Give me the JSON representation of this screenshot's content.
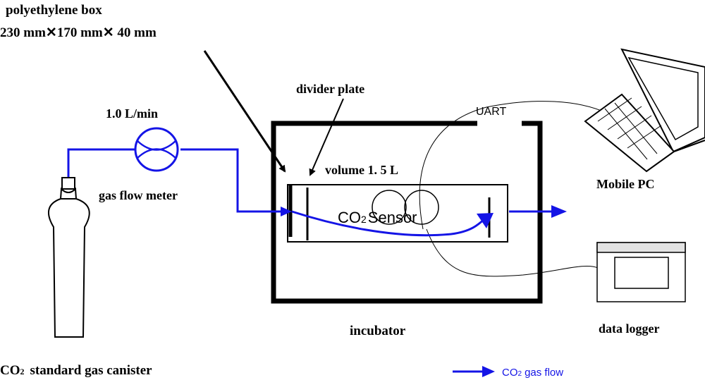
{
  "labels": {
    "polyethylene_box": "polyethylene box",
    "box_dimensions": "230 mm✕170 mm✕ 40 mm",
    "divider_plate": "divider plate",
    "flow_rate": "1.0 L/min",
    "volume": "volume 1. 5 L",
    "uart": "UART",
    "gas_flow_meter": "gas flow meter",
    "mobile_pc": "Mobile PC",
    "co2_main": "CO",
    "co2_sub": "2",
    "sensor": "Sensor",
    "incubator": "incubator",
    "data_logger": "data logger",
    "canister_co": "CO",
    "canister_sub": "2",
    "canister_rest": "standard gas canister"
  },
  "legend": {
    "co_main": "CO",
    "co_sub": "2",
    "label": "gas flow"
  },
  "colors": {
    "gas_flow": "#1414e6",
    "outline": "#000000"
  }
}
